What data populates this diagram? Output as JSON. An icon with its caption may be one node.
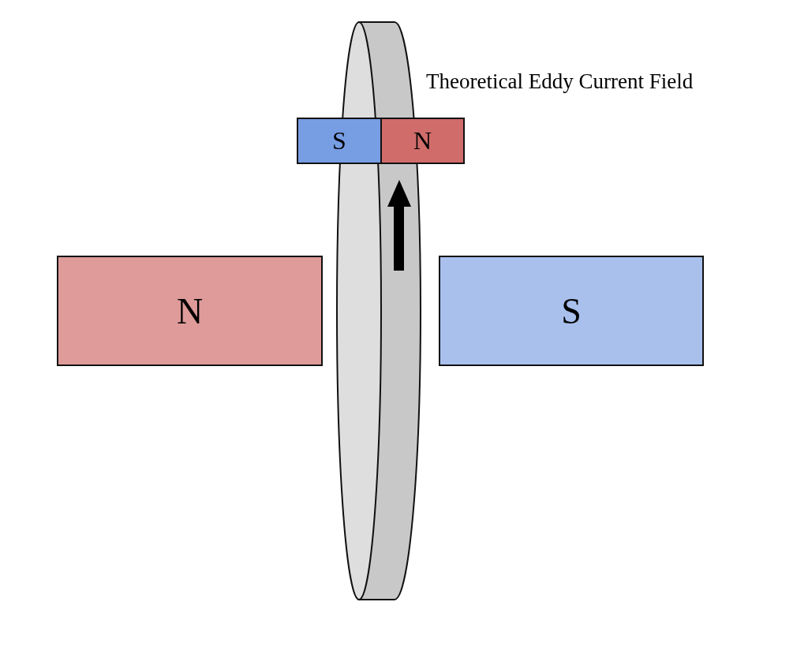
{
  "diagram": {
    "nodes": [
      {
        "text": [
          "S"
        ]
      },
      {
        "text": [
          "N"
        ]
      },
      {
        "text": [
          "N"
        ]
      },
      {
        "text": [
          "S"
        ]
      }
    ],
    "labels": [
      "Theoretical Eddy Current Field"
    ]
  }
}
